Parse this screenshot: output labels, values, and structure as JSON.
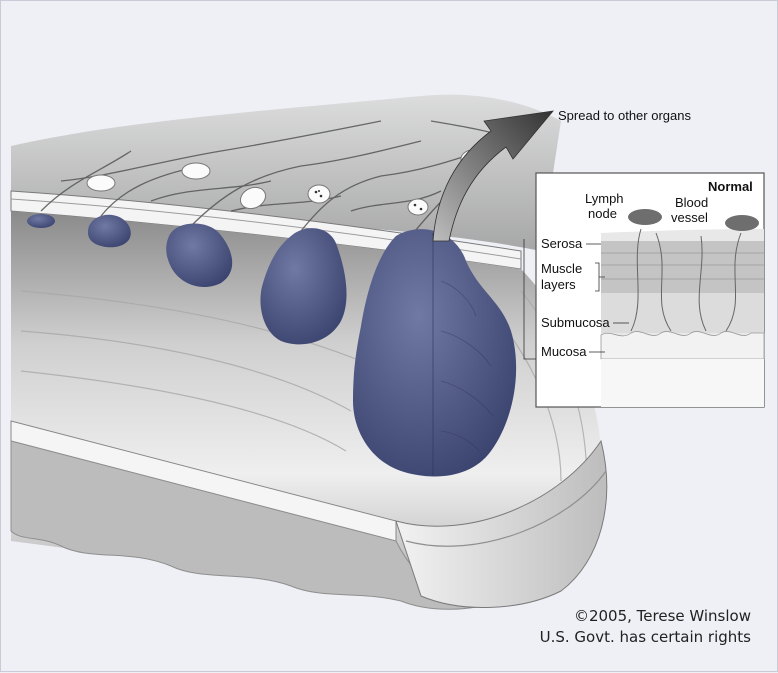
{
  "labels": {
    "spread": "Spread to other organs",
    "normal": "Normal",
    "lymph_node_1": "Lymph",
    "lymph_node_2": "node",
    "blood_vessel_1": "Blood",
    "blood_vessel_2": "vessel",
    "serosa": "Serosa",
    "muscle_layers_1": "Muscle",
    "muscle_layers_2": "layers",
    "submucosa": "Submucosa",
    "mucosa": "Mucosa"
  },
  "credit": {
    "line1": "©2005, Terese Winslow",
    "line2": "U.S. Govt. has certain rights"
  },
  "colors": {
    "background": "#eef0f5",
    "tumor": "#59638f",
    "tissue": "#c8c8c8"
  }
}
